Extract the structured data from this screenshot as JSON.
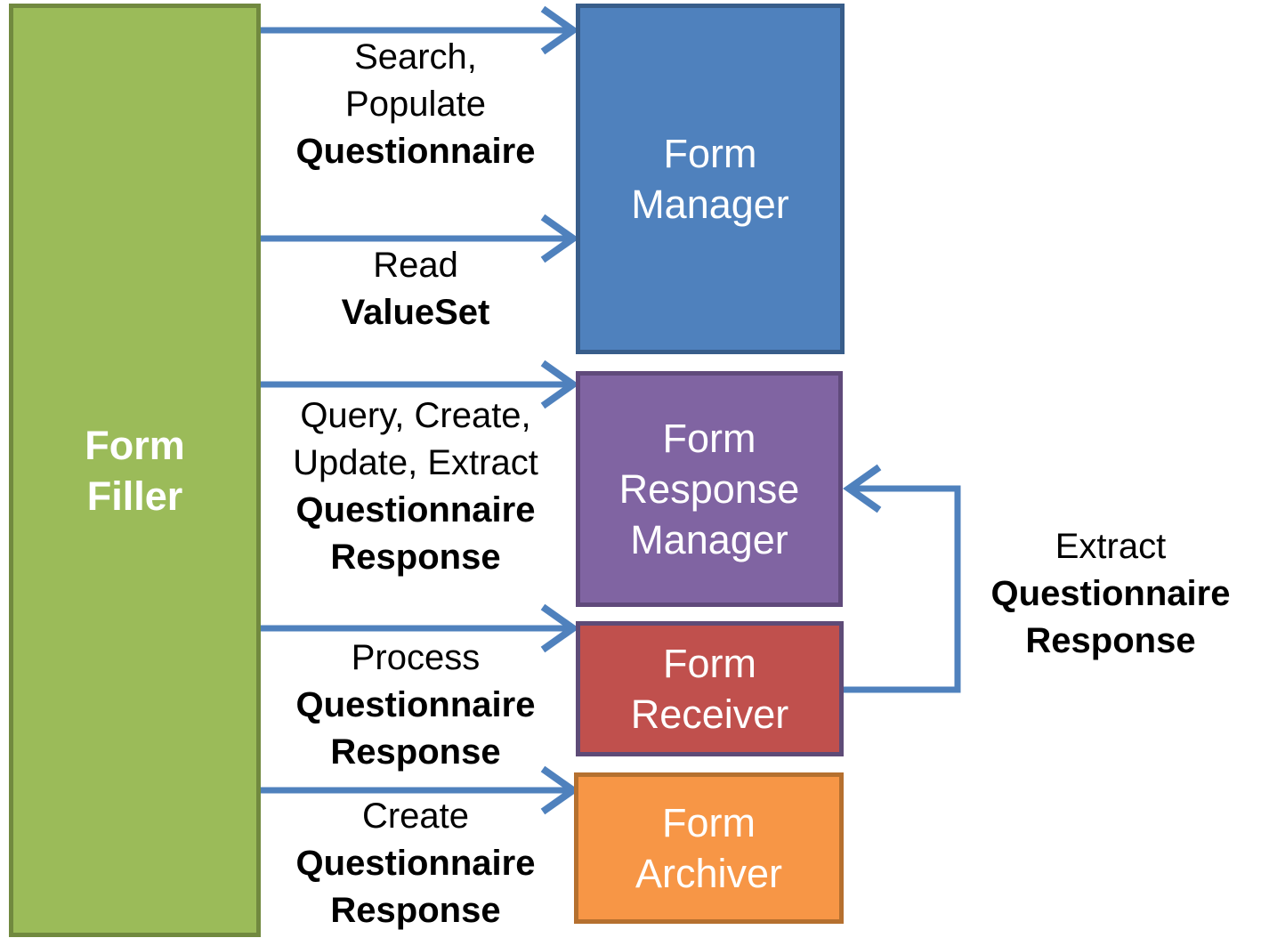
{
  "colors": {
    "background": "#ffffff",
    "arrow": "#4f81bd",
    "label_text": "#000000",
    "box_text": "#ffffff"
  },
  "actors": {
    "form_filler": {
      "label": "Form Filler",
      "label_lines": [
        "Form",
        "Filler"
      ],
      "fill": "#9bbb59",
      "border": "#71893f"
    },
    "form_manager": {
      "label": "Form Manager",
      "label_lines": [
        "Form",
        "Manager"
      ],
      "fill": "#4f81bd",
      "border": "#385d8a"
    },
    "form_response_manager": {
      "label": "Form Response Manager",
      "label_lines": [
        "Form",
        "Response",
        "Manager"
      ],
      "fill": "#8064a2",
      "border": "#604a7b"
    },
    "form_receiver": {
      "label": "Form Receiver",
      "label_lines": [
        "Form",
        "Receiver"
      ],
      "fill": "#c0504d",
      "border": "#5e4b77"
    },
    "form_archiver": {
      "label": "Form Archiver",
      "label_lines": [
        "Form",
        "Archiver"
      ],
      "fill": "#f79646",
      "border": "#b5702f"
    }
  },
  "transactions": [
    {
      "name": "search-populate-questionnaire",
      "from": "Form Filler",
      "to": "Form Manager",
      "lines": [
        [
          "Search,",
          false
        ],
        [
          "Populate",
          false
        ],
        [
          "Questionnaire",
          true
        ]
      ]
    },
    {
      "name": "read-valueset",
      "from": "Form Filler",
      "to": "Form Manager",
      "lines": [
        [
          "Read",
          false
        ],
        [
          "ValueSet",
          true
        ]
      ]
    },
    {
      "name": "query-create-update-extract-questionnaire-response",
      "from": "Form Filler",
      "to": "Form Response Manager",
      "lines": [
        [
          "Query, Create,",
          false
        ],
        [
          "Update, Extract",
          false
        ],
        [
          "Questionnaire",
          true
        ],
        [
          "Response",
          true
        ]
      ]
    },
    {
      "name": "process-questionnaire-response",
      "from": "Form Filler",
      "to": "Form Receiver",
      "lines": [
        [
          "Process",
          false
        ],
        [
          "Questionnaire",
          true
        ],
        [
          "Response",
          true
        ]
      ]
    },
    {
      "name": "create-questionnaire-response",
      "from": "Form Filler",
      "to": "Form Archiver",
      "lines": [
        [
          "Create",
          false
        ],
        [
          "Questionnaire",
          true
        ],
        [
          "Response",
          true
        ]
      ]
    },
    {
      "name": "extract-questionnaire-response",
      "from": "Form Receiver",
      "to": "Form Response Manager",
      "lines": [
        [
          "Extract",
          false
        ],
        [
          "Questionnaire",
          true
        ],
        [
          "Response",
          true
        ]
      ]
    }
  ]
}
